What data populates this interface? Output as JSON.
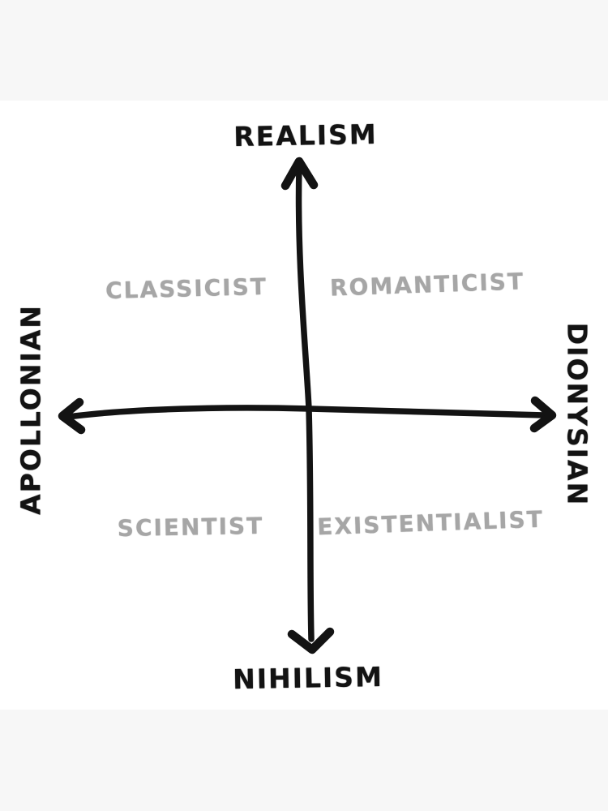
{
  "diagram": {
    "type": "quadrant-alignment-chart",
    "axes": {
      "top": "REALISM",
      "bottom": "NIHILISM",
      "left": "APOLLONIAN",
      "right": "DIONYSIAN"
    },
    "quadrants": {
      "top_left": "CLASSICIST",
      "top_right": "ROMANTICIST",
      "bottom_left": "SCIENTIST",
      "bottom_right": "EXISTENTIALIST"
    },
    "colors": {
      "axis_text": "#131313",
      "quadrant_text": "#a6a6a6",
      "line": "#131313",
      "canvas": "#ffffff",
      "matte": "#f7f7f7"
    }
  }
}
